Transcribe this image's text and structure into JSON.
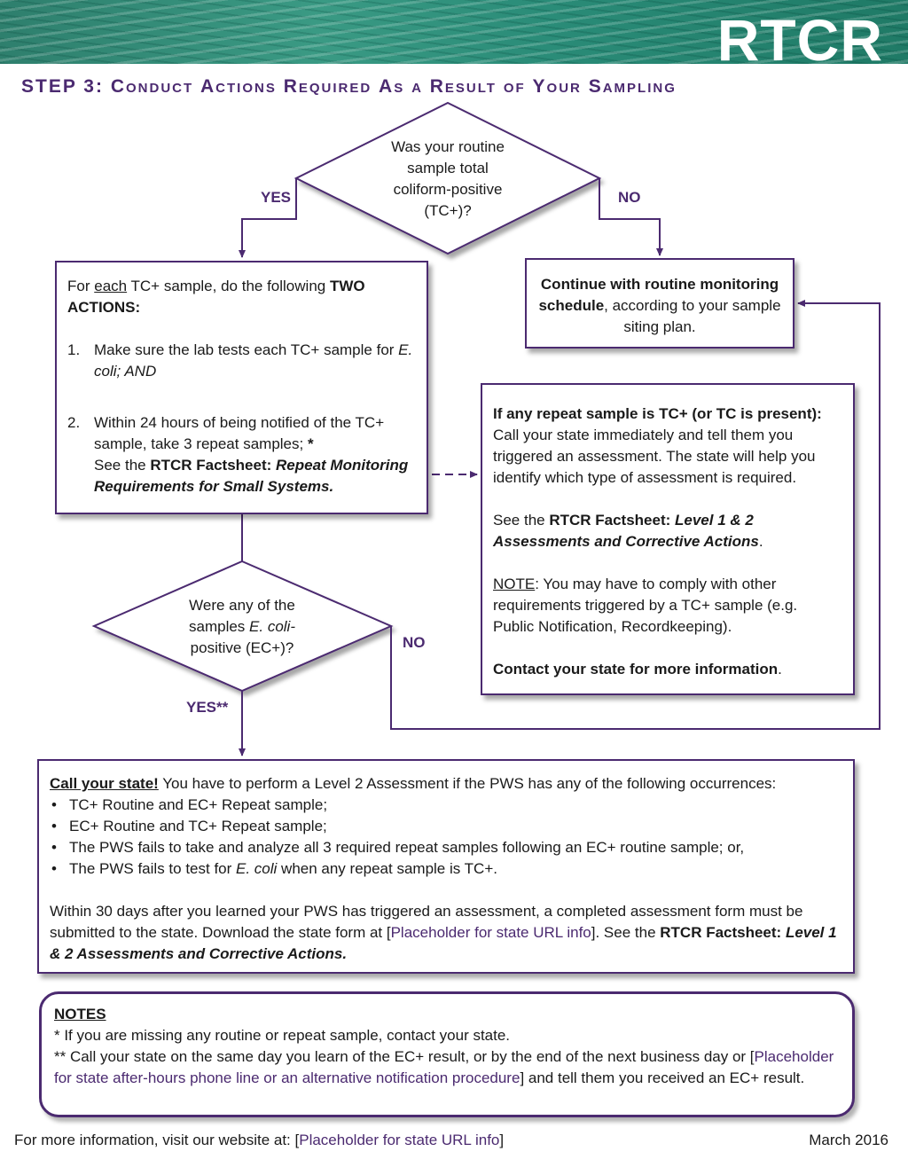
{
  "header": {
    "logo": "RTCR"
  },
  "title": {
    "step": "STEP 3:",
    "words": [
      "Conduct",
      "Actions",
      "Required",
      "As",
      "a",
      "Result",
      "of",
      "Your",
      "Sampling"
    ]
  },
  "decision1": {
    "lines": [
      "Was your routine",
      "sample total",
      "coliform-positive",
      "(TC+)?"
    ],
    "yes": "YES",
    "no": "NO"
  },
  "actions_box": {
    "intro_pre": "For ",
    "intro_each": "each",
    "intro_mid": " TC+ sample, do the following ",
    "intro_bold": "TWO ACTIONS:",
    "item1_num": "1.",
    "item1_text": "Make sure the lab tests each TC+ sample for ",
    "item1_italic": "E. coli; AND",
    "item2_num": "2.",
    "item2_text": "Within 24 hours of being notified of the TC+ sample, take 3 repeat samples; ",
    "item2_star": "*",
    "item2_see": "See the ",
    "item2_bold": "RTCR Factsheet: ",
    "item2_bolditalic": "Repeat Monitoring Requirements for Small Systems."
  },
  "routine_box": {
    "bold": "Continue with routine monitoring schedule",
    "rest": ", according to your sample siting plan."
  },
  "repeat_box": {
    "heading": "If any repeat sample is TC+ (or TC is present):",
    "body": "Call your state immediately and tell them you triggered an assessment. The state will help you identify which type of assessment is required.",
    "see": "See the ",
    "see_bold": "RTCR Factsheet: ",
    "see_bolditalic": "Level 1 & 2 Assessments and Corrective Actions",
    "see_end": ".",
    "note_label": "NOTE",
    "note_text": ": You may have to  comply with other requirements triggered by a TC+ sample (e.g. Public Notification, Recordkeeping).",
    "contact": "Contact your state for more information",
    "contact_end": "."
  },
  "decision2": {
    "line1": "Were any of the",
    "line2_pre": "samples ",
    "line2_italic": "E. coli-",
    "line3": "positive (EC+)?",
    "yes": "YES**",
    "no": "NO"
  },
  "call_box": {
    "lead": "Call your state!",
    "lead_rest": " You have to perform a Level 2 Assessment if the PWS has any of the following occurrences:",
    "bullets": [
      "TC+ Routine and EC+ Repeat sample;",
      "EC+ Routine and TC+ Repeat sample;",
      "The PWS fails to take and analyze all 3 required repeat samples following an EC+ routine sample; or,"
    ],
    "bullet4_pre": "The PWS fails to test for ",
    "bullet4_italic": "E. coli",
    "bullet4_post": " when any repeat sample is TC+.",
    "para_a": "Within 30 days after you learned your PWS has triggered an assessment, a completed assessment form must be submitted to the state. Download the state form at [",
    "para_link": "Placeholder for state URL info",
    "para_b": "]. See the ",
    "para_bold": "RTCR Factsheet: ",
    "para_bolditalic": "Level 1 & 2 Assessments and Corrective Actions."
  },
  "notes": {
    "heading": "NOTES",
    "note1": "*  If you are missing any routine or repeat sample, contact your state.",
    "note2_a": "** Call your state on the same day you learn of the EC+ result, or by the end of the next business day or [",
    "note2_link": "Placeholder for state after-hours phone line or an alternative notification procedure",
    "note2_b": "] and tell them you received an EC+ result."
  },
  "footer": {
    "left_a": "For more information, visit our website at: [",
    "left_link": "Placeholder for state URL info",
    "left_b": "]",
    "date": "March 2016"
  },
  "colors": {
    "accent": "#4b2a70",
    "banner": "#2a8c78"
  }
}
